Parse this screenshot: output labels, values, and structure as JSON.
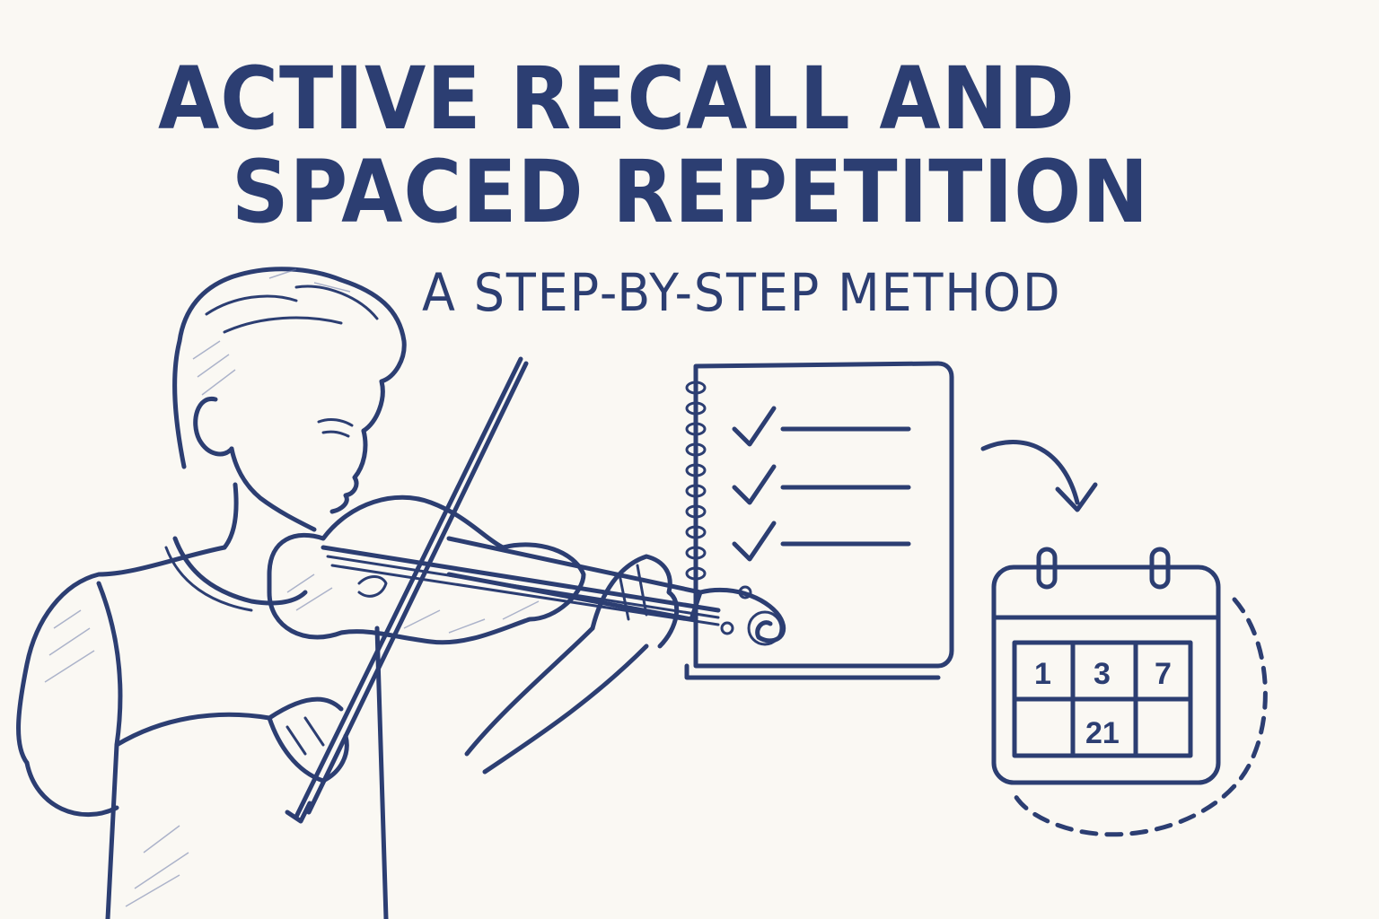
{
  "title": {
    "line1": "ACTIVE RECALL AND",
    "line2": "SPACED REPETITION"
  },
  "subtitle": "A STEP-BY-STEP METHOD",
  "calendar": {
    "days": [
      "1",
      "3",
      "7",
      "21"
    ]
  },
  "checklist": {
    "items_checked": 3
  },
  "colors": {
    "ink": "#2c3e72",
    "background": "#faf8f3"
  },
  "icons": [
    "violinist-illustration",
    "notebook-checklist-icon",
    "curved-arrow-icon",
    "calendar-icon",
    "dashed-cycle-icon"
  ]
}
